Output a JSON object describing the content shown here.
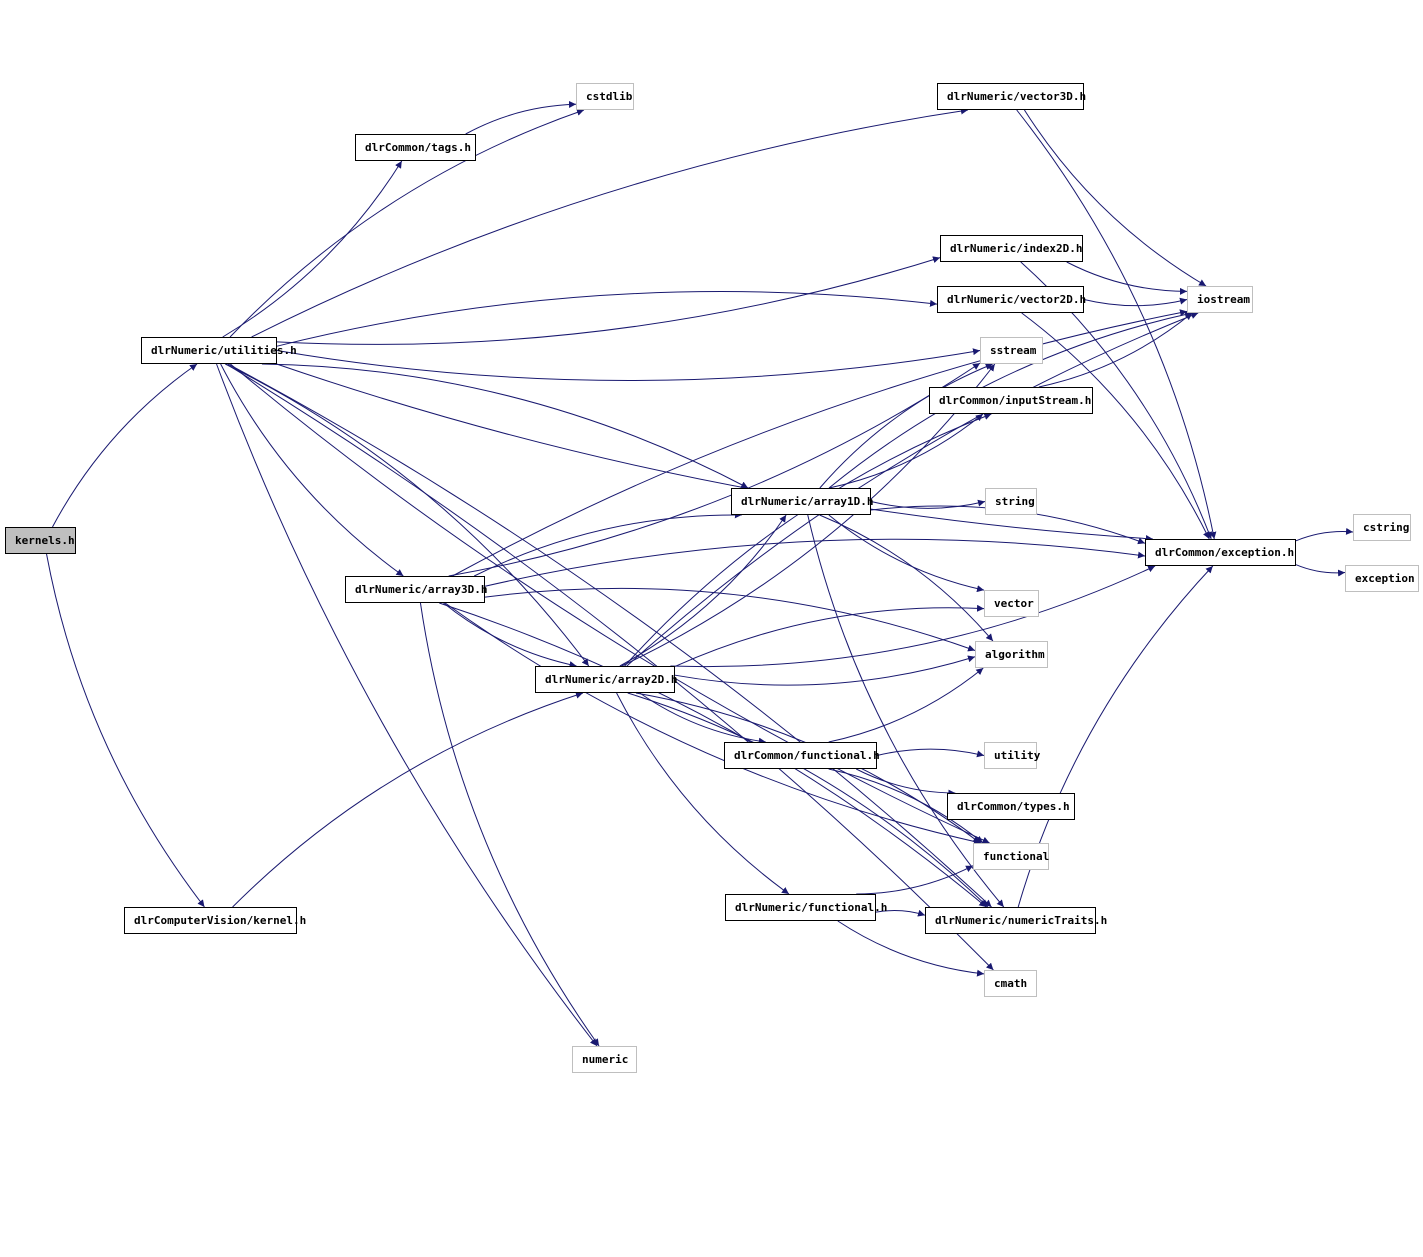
{
  "diagram": {
    "type": "include-dependency-graph",
    "root": "kernels.h",
    "colors": {
      "edge": "#191970",
      "project_border": "#000000",
      "system_border": "#bfbfbf",
      "root_fill": "#bfbfbf"
    },
    "nodes": {
      "kernels": {
        "label": "kernels.h",
        "kind": "root"
      },
      "utilities": {
        "label": "dlrNumeric/utilities.h",
        "kind": "project"
      },
      "kernel": {
        "label": "dlrComputerVision/kernel.h",
        "kind": "project"
      },
      "tags": {
        "label": "dlrCommon/tags.h",
        "kind": "project"
      },
      "cstdlib": {
        "label": "cstdlib",
        "kind": "system"
      },
      "vector3D": {
        "label": "dlrNumeric/vector3D.h",
        "kind": "project"
      },
      "index2D": {
        "label": "dlrNumeric/index2D.h",
        "kind": "project"
      },
      "vector2D": {
        "label": "dlrNumeric/vector2D.h",
        "kind": "project"
      },
      "iostream": {
        "label": "iostream",
        "kind": "system"
      },
      "sstream": {
        "label": "sstream",
        "kind": "system"
      },
      "inputStream": {
        "label": "dlrCommon/inputStream.h",
        "kind": "project"
      },
      "array1D": {
        "label": "dlrNumeric/array1D.h",
        "kind": "project"
      },
      "string": {
        "label": "string",
        "kind": "system"
      },
      "exception_h": {
        "label": "dlrCommon/exception.h",
        "kind": "project"
      },
      "cstring": {
        "label": "cstring",
        "kind": "system"
      },
      "exception": {
        "label": "exception",
        "kind": "system"
      },
      "array3D": {
        "label": "dlrNumeric/array3D.h",
        "kind": "project"
      },
      "vector": {
        "label": "vector",
        "kind": "system"
      },
      "algorithm": {
        "label": "algorithm",
        "kind": "system"
      },
      "array2D": {
        "label": "dlrNumeric/array2D.h",
        "kind": "project"
      },
      "dfunctional": {
        "label": "dlrCommon/functional.h",
        "kind": "project"
      },
      "utility": {
        "label": "utility",
        "kind": "system"
      },
      "types": {
        "label": "dlrCommon/types.h",
        "kind": "project"
      },
      "functional": {
        "label": "functional",
        "kind": "system"
      },
      "nfunctional": {
        "label": "dlrNumeric/functional.h",
        "kind": "project"
      },
      "numericTraits": {
        "label": "dlrNumeric/numericTraits.h",
        "kind": "project"
      },
      "cmath": {
        "label": "cmath",
        "kind": "system"
      },
      "numeric": {
        "label": "numeric",
        "kind": "system"
      }
    },
    "edges": [
      [
        "kernels",
        "utilities"
      ],
      [
        "kernels",
        "kernel"
      ],
      [
        "utilities",
        "cstdlib"
      ],
      [
        "utilities",
        "tags"
      ],
      [
        "utilities",
        "vector3D"
      ],
      [
        "utilities",
        "index2D"
      ],
      [
        "utilities",
        "vector2D"
      ],
      [
        "utilities",
        "sstream"
      ],
      [
        "utilities",
        "array1D"
      ],
      [
        "utilities",
        "array3D"
      ],
      [
        "utilities",
        "array2D"
      ],
      [
        "utilities",
        "functional"
      ],
      [
        "utilities",
        "numericTraits"
      ],
      [
        "utilities",
        "numeric"
      ],
      [
        "utilities",
        "cmath"
      ],
      [
        "utilities",
        "exception_h"
      ],
      [
        "tags",
        "cstdlib"
      ],
      [
        "vector3D",
        "iostream"
      ],
      [
        "vector3D",
        "exception_h"
      ],
      [
        "index2D",
        "iostream"
      ],
      [
        "index2D",
        "exception_h"
      ],
      [
        "vector2D",
        "iostream"
      ],
      [
        "vector2D",
        "exception_h"
      ],
      [
        "inputStream",
        "iostream"
      ],
      [
        "array1D",
        "sstream"
      ],
      [
        "array1D",
        "inputStream"
      ],
      [
        "array1D",
        "iostream"
      ],
      [
        "array1D",
        "string"
      ],
      [
        "array1D",
        "exception_h"
      ],
      [
        "array1D",
        "vector"
      ],
      [
        "array1D",
        "algorithm"
      ],
      [
        "array1D",
        "numericTraits"
      ],
      [
        "exception_h",
        "cstring"
      ],
      [
        "exception_h",
        "exception"
      ],
      [
        "array3D",
        "iostream"
      ],
      [
        "array3D",
        "sstream"
      ],
      [
        "array3D",
        "array1D"
      ],
      [
        "array3D",
        "array2D"
      ],
      [
        "array3D",
        "algorithm"
      ],
      [
        "array3D",
        "functional"
      ],
      [
        "array3D",
        "numericTraits"
      ],
      [
        "array3D",
        "numeric"
      ],
      [
        "array3D",
        "exception_h"
      ],
      [
        "array2D",
        "sstream"
      ],
      [
        "array2D",
        "inputStream"
      ],
      [
        "array2D",
        "array1D"
      ],
      [
        "array2D",
        "vector"
      ],
      [
        "array2D",
        "algorithm"
      ],
      [
        "array2D",
        "iostream"
      ],
      [
        "array2D",
        "dfunctional"
      ],
      [
        "array2D",
        "functional"
      ],
      [
        "array2D",
        "nfunctional"
      ],
      [
        "array2D",
        "numericTraits"
      ],
      [
        "array2D",
        "exception_h"
      ],
      [
        "kernel",
        "array2D"
      ],
      [
        "dfunctional",
        "algorithm"
      ],
      [
        "dfunctional",
        "utility"
      ],
      [
        "dfunctional",
        "types"
      ],
      [
        "dfunctional",
        "functional"
      ],
      [
        "nfunctional",
        "functional"
      ],
      [
        "nfunctional",
        "numericTraits"
      ],
      [
        "nfunctional",
        "cmath"
      ],
      [
        "numericTraits",
        "exception_h"
      ]
    ]
  }
}
